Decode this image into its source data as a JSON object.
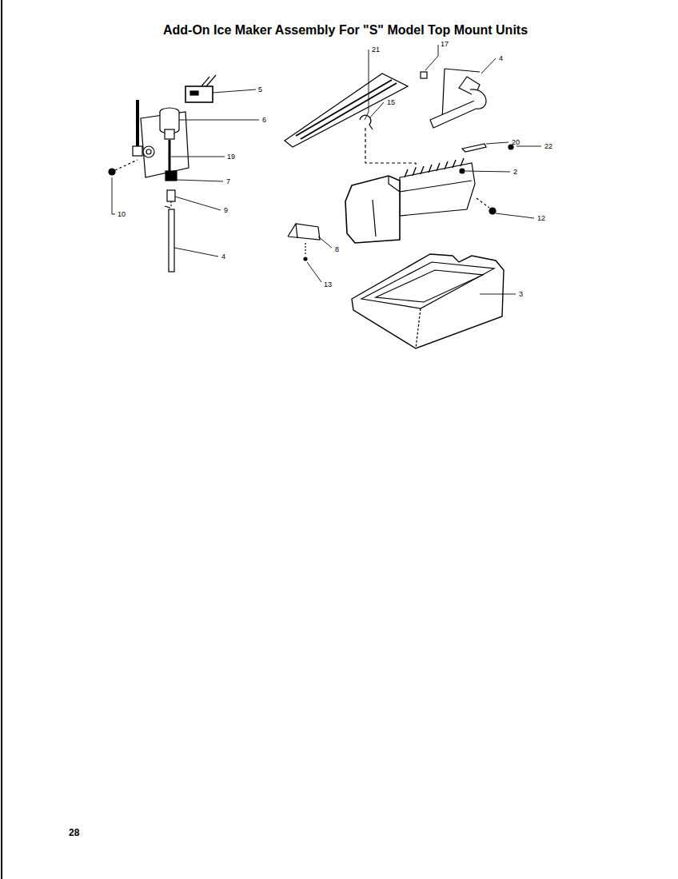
{
  "diagram": {
    "title": "Add-On Ice Maker Assembly For \"S\" Model Top Mount Units",
    "labels": [
      "21",
      "17",
      "4",
      "5",
      "6",
      "15",
      "19",
      "20",
      "22",
      "2",
      "7",
      "10",
      "9",
      "12",
      "4",
      "8",
      "13",
      "3",
      "28"
    ]
  }
}
